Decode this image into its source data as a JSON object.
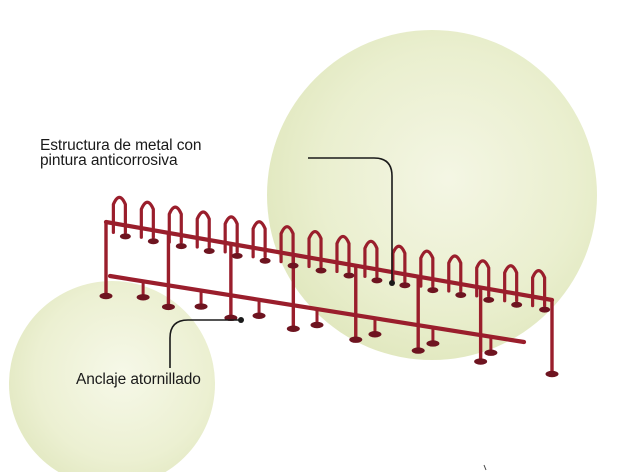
{
  "annotations": {
    "structure": {
      "line1": "Estructura de metal con",
      "line2": "pintura anticorrosiva"
    },
    "anchor": {
      "text": "Anclaje atornillado"
    }
  },
  "colors": {
    "background": "#ffffff",
    "circle_light": "#eef2d8",
    "circle_mid": "#e3eac2",
    "metal": "#9a1e2c",
    "metal_dark": "#6e1420",
    "leader_line": "#1a1a1a"
  }
}
